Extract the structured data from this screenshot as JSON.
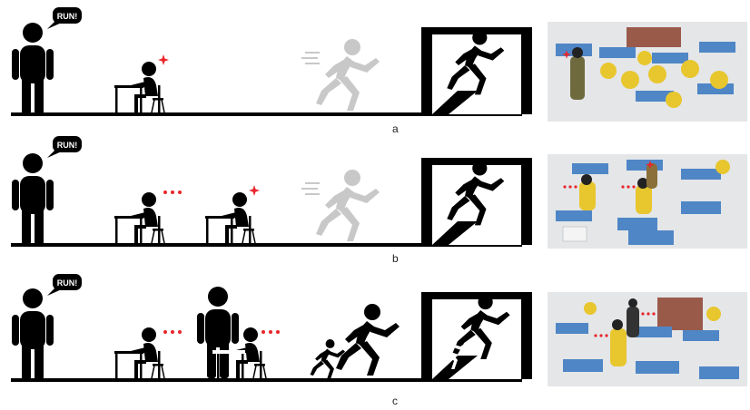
{
  "speech": "RUN!",
  "panels": [
    {
      "label": "a"
    },
    {
      "label": "b"
    },
    {
      "label": "c"
    }
  ],
  "colors": {
    "figure": "#000000",
    "ghost": "#c8c8c8",
    "alert": "#e8262b",
    "photo_floor": "#e4e6e8",
    "desk_blue": "#4f86c6",
    "uniform_yellow": "#e8c62e"
  }
}
